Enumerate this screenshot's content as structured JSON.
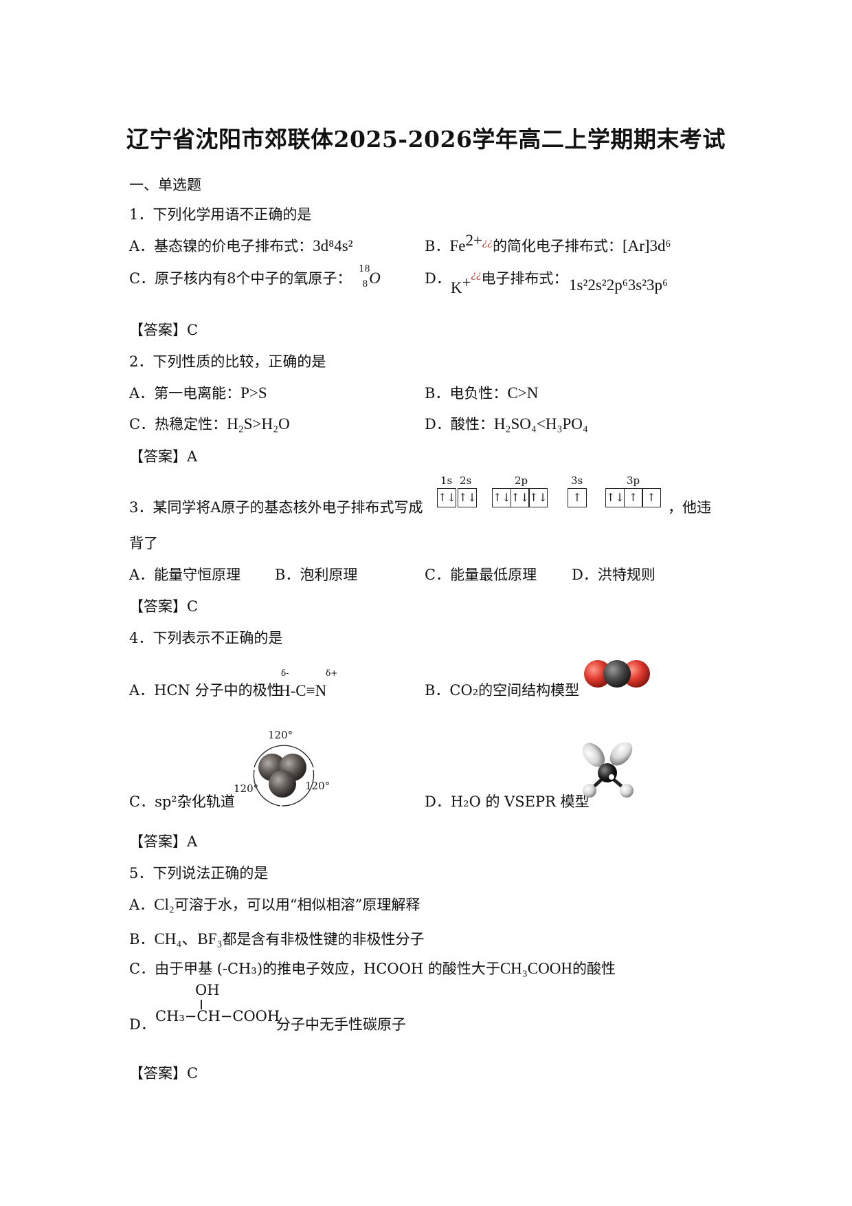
{
  "title": "辽宁省沈阳市郊联体2025-2026学年高二上学期期末考试",
  "section": "一、单选题",
  "answer_label": "【答案】",
  "q1": {
    "stem": "1．下列化学用语不正确的是",
    "a_pre": "A．基态镍的价电子排布式：",
    "a_formula": "3d⁸4s²",
    "b_pre": "B．",
    "b_ion": "Fe",
    "b_charge": "2+",
    "b_red": "¿¿",
    "b_mid": "的简化电子排布式：",
    "b_formula": "[Ar]3d⁶",
    "c_pre": "C．原子核内有8个中子的氧原子：",
    "c_mass": "18",
    "c_z": "8",
    "c_sym": "O",
    "d_pre": "D．",
    "d_ion": "K",
    "d_charge": "+",
    "d_red": "¿¿",
    "d_mid": "电子排布式：",
    "d_formula": "1s²2s²2p⁶3s²3p⁶",
    "answer": "C"
  },
  "q2": {
    "stem": "2．下列性质的比较，正确的是",
    "a_pre": "A．第一电离能：",
    "a_formula": "P>S",
    "b_pre": "B．电负性：",
    "b_formula": "C>N",
    "c_pre": "C．热稳定性：",
    "c_formula": "H₂S>H₂O",
    "d_pre": "D．酸性：",
    "d_formula": "H₂SO₄<H₃PO₄",
    "answer": "A"
  },
  "q3": {
    "stem": "3．某同学将A原子的基态核外电子排布式写成",
    "stem_end": "，他违",
    "stem_cont": "背了",
    "orbital_labels": [
      "1s",
      "2s",
      "2p",
      "3s",
      "3p"
    ],
    "boxes": {
      "s1": "↑↓",
      "s2": "↑↓",
      "p2": [
        "↑↓",
        "↑↓",
        "↑↓"
      ],
      "s3": "↑",
      "p3": [
        "↑↓",
        "↑",
        "↑"
      ]
    },
    "a": "A．能量守恒原理",
    "b": "B．泡利原理",
    "c": "C．能量最低原理",
    "d": "D．洪特规则",
    "answer": "C"
  },
  "q4": {
    "stem": "4．下列表示不正确的是",
    "a_pre": "A．HCN 分子中的极性",
    "a_delta_minus": "δ-",
    "a_delta_plus": "δ+",
    "a_formula": "H-C≡N",
    "b_pre": "B．CO₂的空间结构模型",
    "c_pre": "C．sp²杂化轨道",
    "c_angle": "120°",
    "d_pre": "D．H₂O 的 VSEPR 模型",
    "answer": "A"
  },
  "q5": {
    "stem": "5．下列说法正确的是",
    "a_pre": "A．",
    "a_formula": "Cl₂",
    "a_text": "可溶于水，可以用“相似相溶”原理解释",
    "b_pre": "B．",
    "b_formula": "CH₄、BF₃",
    "b_text": "都是含有非极性键的非极性分子",
    "c_pre": "C．由于甲基 (-CH₃)的推电子效应，HCOOH 的酸性大于",
    "c_formula": "CH₃COOH",
    "c_text": "的酸性",
    "d_pre": "D．",
    "d_oh": "OH",
    "d_chain": "CH₃−CH−COOH",
    "d_text": "分子中无手性碳原子",
    "answer": "C"
  },
  "colors": {
    "oxygen": "#e03a2e",
    "carbon": "#4a4a4a",
    "hydrogen": "#d8d8d8"
  }
}
